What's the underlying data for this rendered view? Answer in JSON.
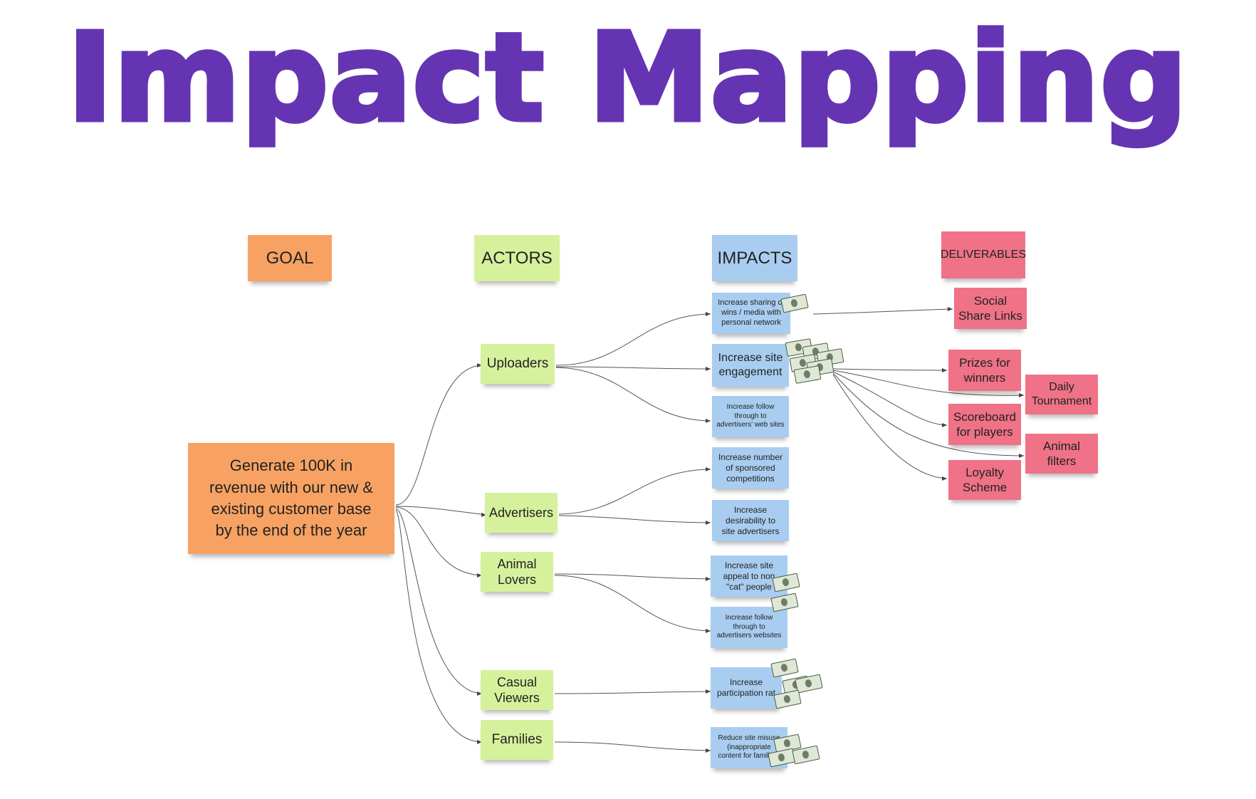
{
  "title": "Impact Mapping",
  "headers": {
    "goal": "GOAL",
    "actors": "ACTORS",
    "impacts": "IMPACTS",
    "deliverables": "DELIVERABLES"
  },
  "goal": "Generate 100K in\nrevenue with our new &\nexisting customer base\nby the end of the year",
  "actors": {
    "uploaders": "Uploaders",
    "advertisers": "Advertisers",
    "animal_lovers": "Animal\nLovers",
    "casual_viewers": "Casual\nViewers",
    "families": "Families"
  },
  "impacts": {
    "sharing": "Increase sharing of\nwins / media with\npersonal network",
    "engagement": "Increase site\nengagement",
    "follow_through_uploaders": "Increase follow\nthrough to\nadvertisers' web sites",
    "sponsored": "Increase number\nof sponsored\ncompetitions",
    "desirability": "Increase\ndesirability to\nsite advertisers",
    "appeal": "Increase site\nappeal to non\n\"cat\" people",
    "follow_through_animal": "Increase follow\nthrough to\nadvertisers websites",
    "participation": "Increase\nparticipation rat",
    "misuse": "Reduce site misuse\n(inappropriate\ncontent for families)"
  },
  "deliverables": {
    "social": "Social\nShare Links",
    "prizes": "Prizes for\nwinners",
    "daily": "Daily\nTournament",
    "scoreboard": "Scoreboard\nfor players",
    "filters": "Animal\nfilters",
    "loyalty": "Loyalty\nScheme"
  },
  "colors": {
    "title": "#6534b2",
    "goal_note": "#f7a263",
    "actor_note": "#d6f19c",
    "impact_note": "#a9cdf0",
    "deliverable_note": "#ef7287"
  },
  "icons": {
    "money": "dollar-bill-icon"
  }
}
